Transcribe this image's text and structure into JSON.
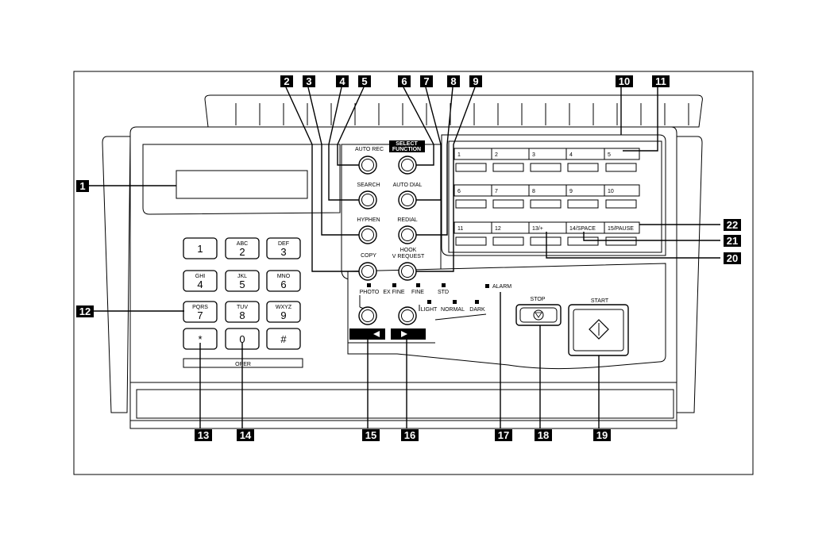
{
  "keypad": [
    {
      "letters": "",
      "digit": "1"
    },
    {
      "letters": "ABC",
      "digit": "2"
    },
    {
      "letters": "DEF",
      "digit": "3"
    },
    {
      "letters": "GHI",
      "digit": "4"
    },
    {
      "letters": "JKL",
      "digit": "5"
    },
    {
      "letters": "MNO",
      "digit": "6"
    },
    {
      "letters": "PQRS",
      "digit": "7"
    },
    {
      "letters": "TUV",
      "digit": "8"
    },
    {
      "letters": "WXYZ",
      "digit": "9"
    },
    {
      "letters": "",
      "digit": "*"
    },
    {
      "letters": "",
      "digit": "0"
    },
    {
      "letters": "",
      "digit": "#"
    }
  ],
  "oper_label": "OPER",
  "buttons": {
    "auto_rec": "AUTO REC",
    "select_function_1": "SELECT",
    "select_function_2": "FUNCTION",
    "search": "SEARCH",
    "auto_dial": "AUTO DIAL",
    "hyphen": "HYPHEN",
    "redial": "REDIAL",
    "copy": "COPY",
    "hook_1": "HOOK",
    "hook_2": "V REQUEST",
    "stop": "STOP",
    "start": "START"
  },
  "resolution_labels": [
    "PHOTO",
    "EX FINE",
    "FINE",
    "STD"
  ],
  "contrast_labels": [
    "LIGHT",
    "NORMAL",
    "DARK"
  ],
  "alarm_label": "ALARM",
  "one_touch_keys": [
    [
      "1",
      "2",
      "3",
      "4",
      "5"
    ],
    [
      "6",
      "7",
      "8",
      "9",
      "10"
    ],
    [
      "11",
      "12",
      "13/+",
      "14/SPACE",
      "15/PAUSE"
    ]
  ],
  "callouts": [
    "1",
    "2",
    "3",
    "4",
    "5",
    "6",
    "7",
    "8",
    "9",
    "10",
    "11",
    "12",
    "13",
    "14",
    "15",
    "16",
    "17",
    "18",
    "19",
    "20",
    "21",
    "22"
  ]
}
